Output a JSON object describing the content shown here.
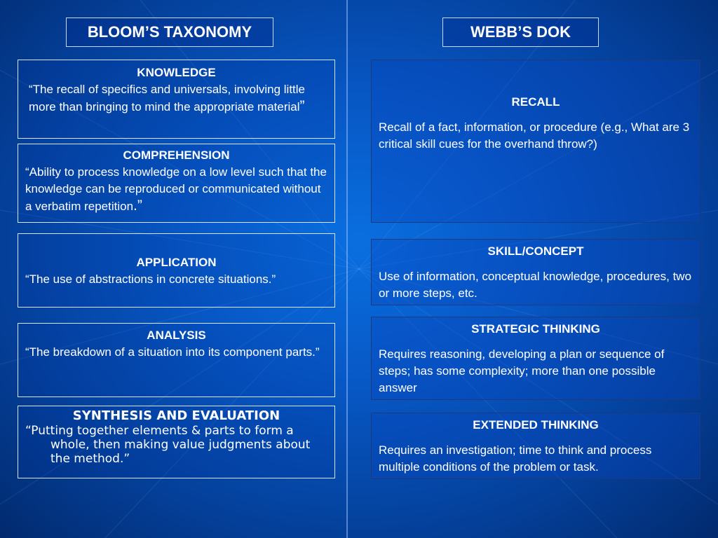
{
  "left": {
    "header": "BLOOM’S TAXONOMY",
    "items": [
      {
        "title": "KNOWLEDGE",
        "body": "“The recall of specifics and universals, involving little more than bringing to mind the appropriate material",
        "close_quote": "”"
      },
      {
        "title": "COMPREHENSION",
        "body": "“Ability to process knowledge on a low level such that the knowledge can be reproduced or communicated without a verbatim repetition",
        "close_quote": ".”"
      },
      {
        "title": "APPLICATION",
        "body": "“The use of abstractions in concrete situations.”"
      },
      {
        "title": "ANALYSIS",
        "body": "“The breakdown of a situation into its component parts.”"
      },
      {
        "title": "SYNTHESIS AND EVALUATION",
        "body": "“Putting together elements & parts to form a whole, then making value judgments about the method.”"
      }
    ]
  },
  "right": {
    "header": "WEBB’S DOK",
    "items": [
      {
        "title": "RECALL",
        "body": "Recall of a fact, information, or procedure (e.g., What are 3 critical skill cues for the overhand throw?)"
      },
      {
        "title": "SKILL/CONCEPT",
        "body": "Use of information, conceptual knowledge, procedures, two or more steps, etc."
      },
      {
        "title": "STRATEGIC THINKING",
        "body": "Requires reasoning, developing a plan or sequence of steps; has some complexity; more than one possible answer"
      },
      {
        "title": "EXTENDED THINKING",
        "body": "Requires an investigation; time to think and process multiple conditions of the problem or task."
      }
    ]
  }
}
